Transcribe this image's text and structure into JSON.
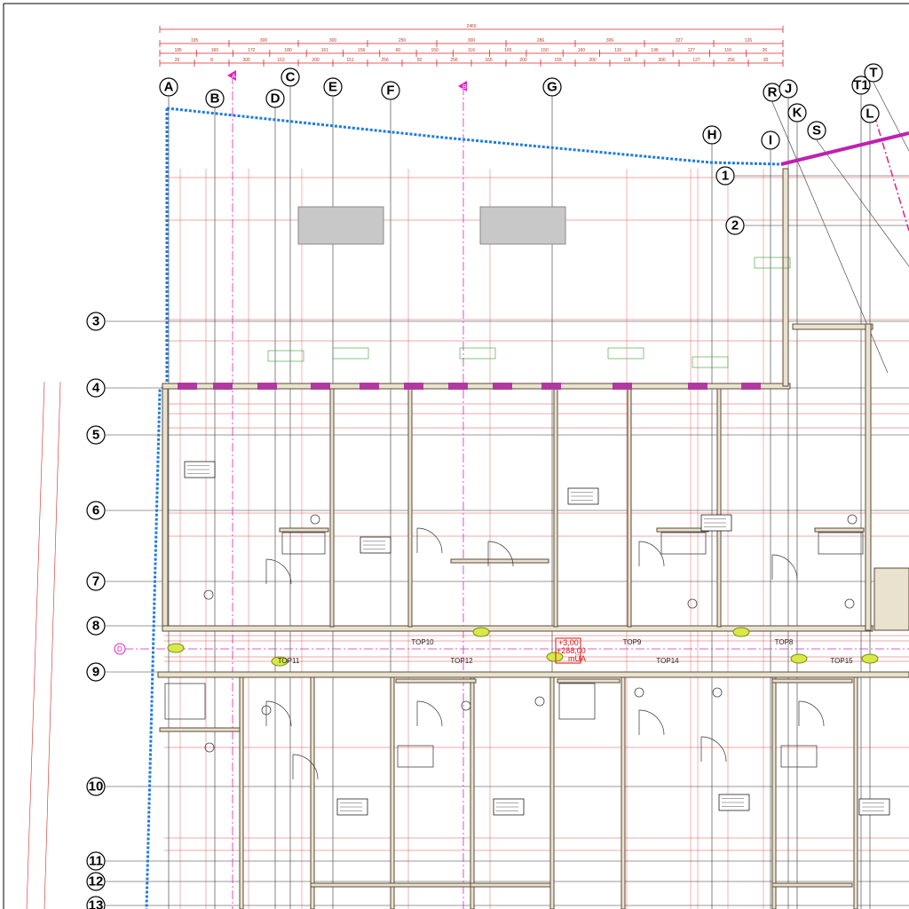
{
  "drawing": {
    "column_axes": [
      "A",
      "B",
      "C",
      "D",
      "E",
      "F",
      "G",
      "H",
      "I",
      "R",
      "J",
      "K",
      "S",
      "T1",
      "T",
      "L"
    ],
    "row_axes": [
      "1",
      "2",
      "3",
      "4",
      "5",
      "6",
      "7",
      "8",
      "9",
      "10",
      "11",
      "12",
      "13"
    ],
    "section_markers": [
      "A",
      "B",
      "D"
    ],
    "top_dimensions": {
      "overall": "2460",
      "row2": [
        "195",
        "300",
        "300",
        "250",
        "300",
        "286",
        "306",
        "327",
        "126"
      ],
      "row3": [
        "185",
        "160",
        "172",
        "180",
        "161",
        "156",
        "60",
        "150",
        "116",
        "165",
        "150",
        "160",
        "116",
        "196",
        "127",
        "116",
        "26"
      ],
      "row4": [
        "26",
        "8",
        "300",
        "163",
        "200",
        "151",
        "256",
        "50",
        "256",
        "165",
        "200",
        "159",
        "200",
        "118",
        "300",
        "127",
        "256",
        "30"
      ]
    },
    "beam_labels": [
      "TOP10",
      "TOP9",
      "TOP8",
      "TOP11",
      "TOP12",
      "TOP14",
      "TOP15"
    ],
    "elevation": {
      "line1": "+3,00",
      "line2": "+288,00",
      "line3": "mÜA"
    }
  },
  "colors": {
    "dimension": "#d62828",
    "outline": "#1e7be0",
    "axis_marker": "#e020c0",
    "wall": "#5a4a3a",
    "fill_block": "#c8c8c8"
  }
}
